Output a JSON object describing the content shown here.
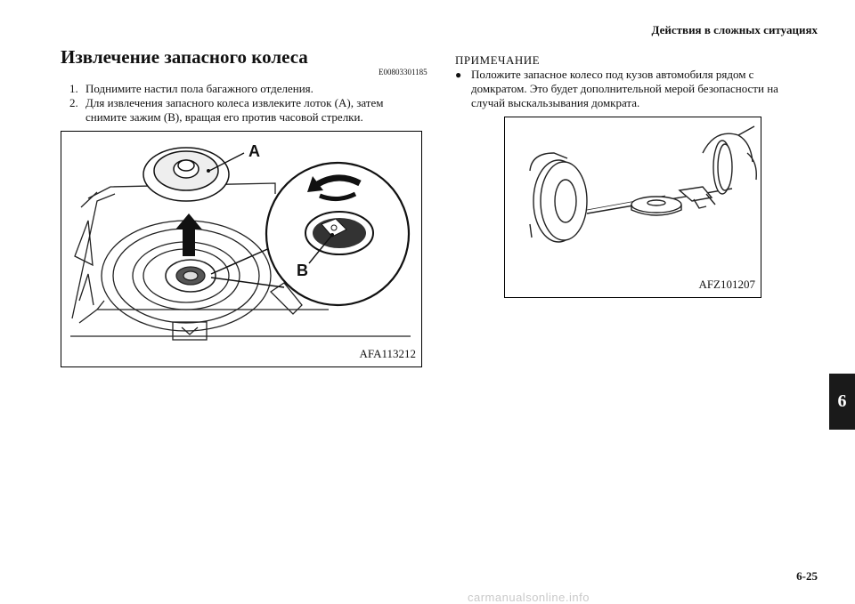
{
  "header": {
    "section": "Действия в сложных ситуациях"
  },
  "section": {
    "title": "Извлечение запасного колеса",
    "code": "E00803301185",
    "steps": [
      {
        "num": "1.",
        "text": "Поднимите настил пола багажного отделения."
      },
      {
        "num": "2.",
        "text": "Для извлечения запасного колеса извлеките лоток (A), затем снимите зажим (B), вращая его против часовой стрелки."
      }
    ]
  },
  "figure1": {
    "code": "AFA113212",
    "label_a": "A",
    "label_b": "B"
  },
  "note": {
    "title": "ПРИМЕЧАНИЕ",
    "bullet": "●",
    "text": "Положите запасное колесо под кузов автомобиля рядом с домкратом. Это будет дополнительной мерой безопасности на случай выскальзывания домкрата."
  },
  "figure2": {
    "code": "AFZ101207"
  },
  "tab": {
    "chapter": "6"
  },
  "page": {
    "number": "6-25"
  },
  "footer": {
    "watermark": "carmanualsonline.info"
  }
}
